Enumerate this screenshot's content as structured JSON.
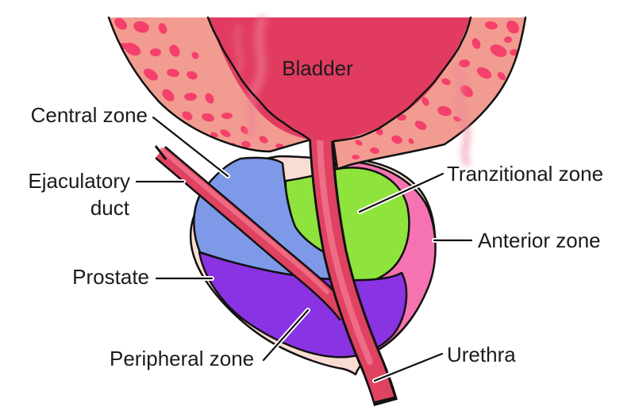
{
  "diagram": {
    "title": "Prostate zones anatomy diagram",
    "background": "#ffffff",
    "labels": {
      "bladder": "Bladder",
      "central_zone": "Central zone",
      "ejaculatory_duct_line1": "Ejaculatory",
      "ejaculatory_duct_line2": "duct",
      "prostate": "Prostate",
      "peripheral_zone": "Peripheral zone",
      "transitional_zone": "Tranzitional zone",
      "anterior_zone": "Anterior zone",
      "urethra": "Urethra"
    },
    "colors": {
      "bladder_interior": "#e13b60",
      "bladder_streak": "#ee8298",
      "bladder_wall": "#f29b90",
      "wall_spots": "#f4406b",
      "capsule": "#f9dcd2",
      "central_zone": "#7d99e8",
      "transitional_zone": "#8ee33c",
      "peripheral_zone": "#8a33e3",
      "anterior_zone": "#f673b1",
      "tube_red": "#e04261",
      "tube_highlight": "#f0718a",
      "outline": "#111111",
      "label_text": "#1b1b1b"
    }
  }
}
